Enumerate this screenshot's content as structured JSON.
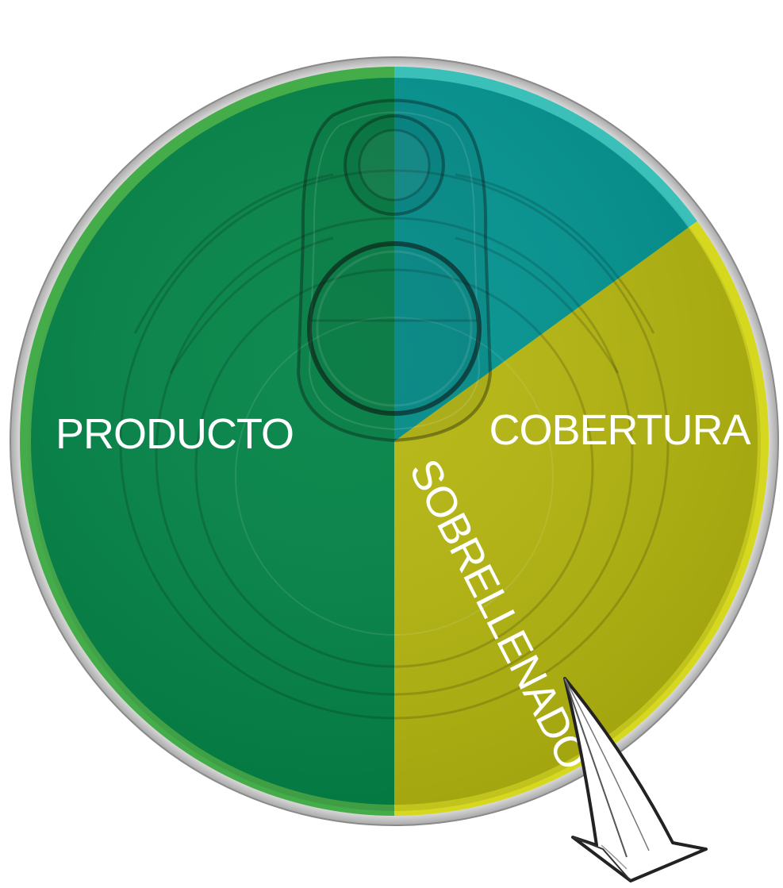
{
  "chart_data": {
    "type": "pie",
    "title": "",
    "slices": [
      {
        "label": "PRODUCTO",
        "value": 50,
        "color": "#038447"
      },
      {
        "label": "COBERTURA",
        "value": 35,
        "color": "#b5b710"
      },
      {
        "label": "SOBRELLENADO",
        "value": 15,
        "color": "#039491"
      }
    ],
    "start": "top",
    "direction": "counterclockwise",
    "legend": "none",
    "rim_colors": [
      "#44ad4a",
      "#d6d820",
      "#3ac0b8"
    ],
    "background_graphic": "pull-tab-can-lid",
    "decoration": "curled-peel-arrow"
  }
}
